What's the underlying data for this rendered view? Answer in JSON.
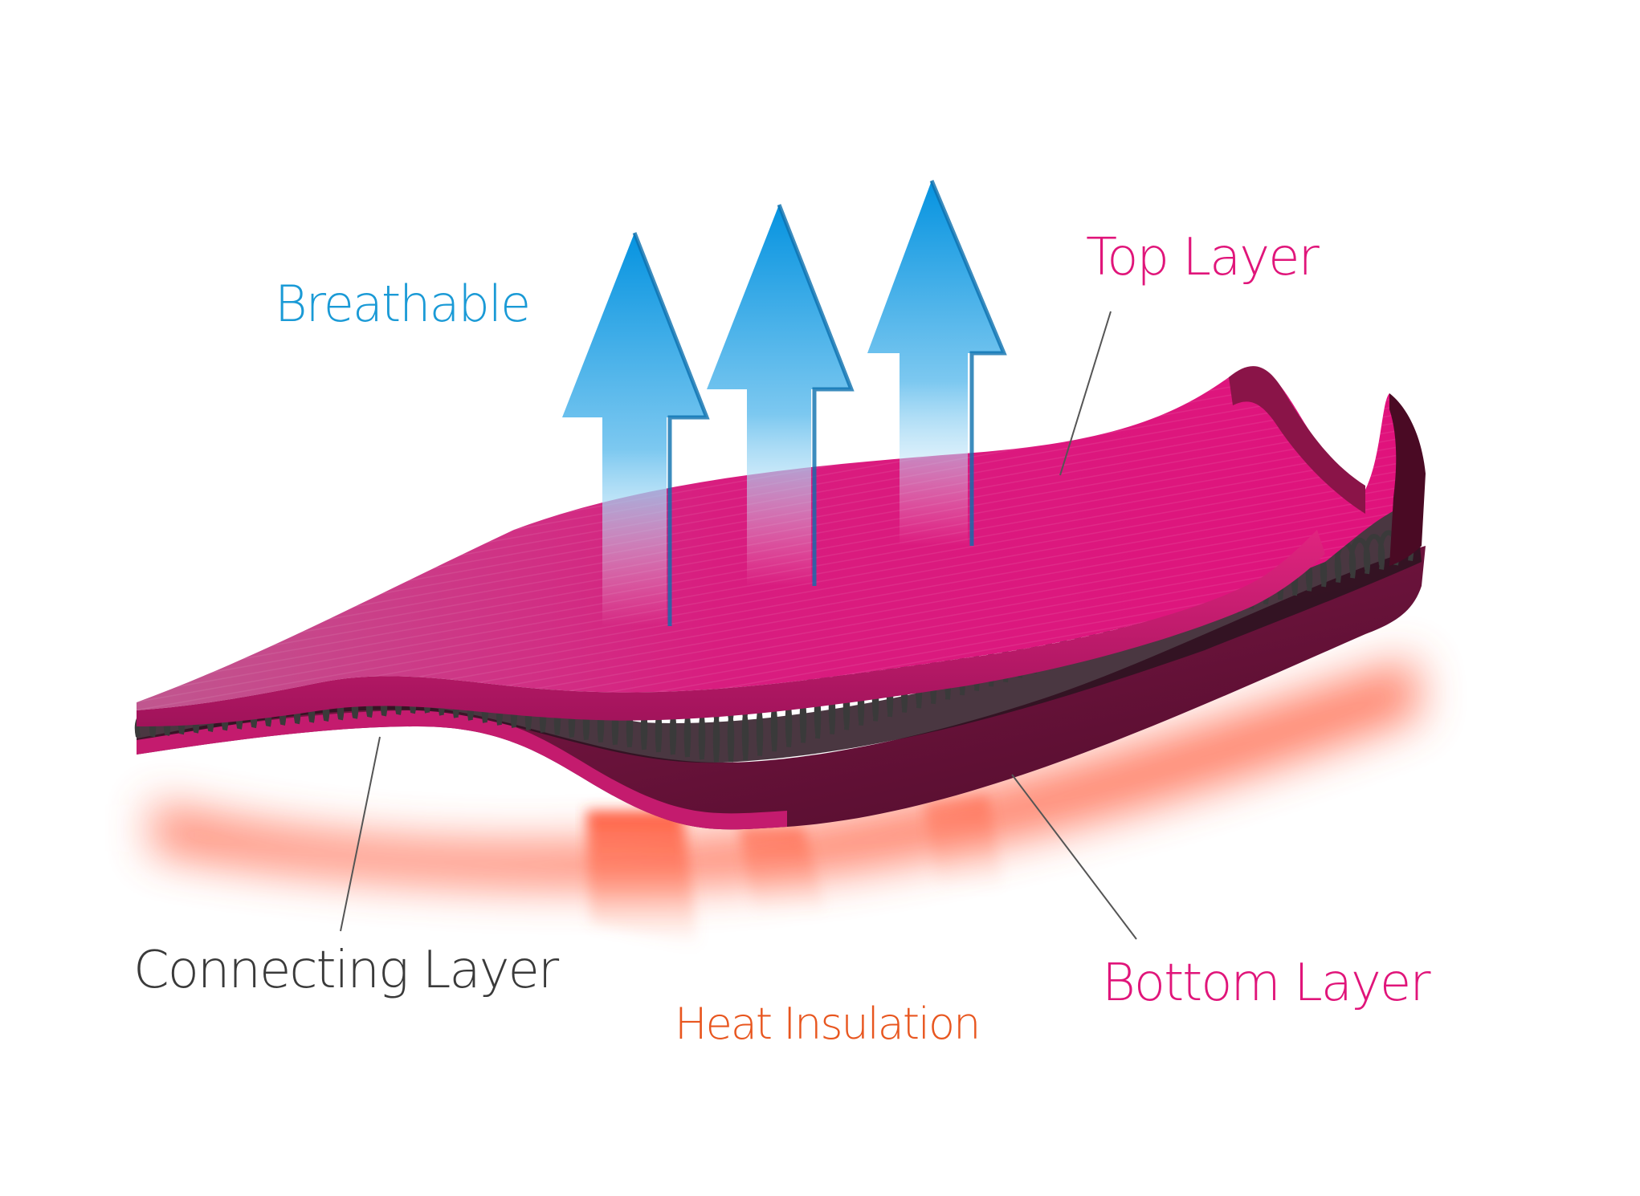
{
  "labels": {
    "breathable": "Breathable",
    "top_layer": "Top Layer",
    "connecting_layer": "Connecting Layer",
    "heat_insulation": "Heat Insulation",
    "bottom_layer": "Bottom Layer"
  },
  "colors": {
    "breathable": "#1a9ad6",
    "top_layer": "#e0157a",
    "connecting_layer": "#3a3a3a",
    "heat_insulation": "#e8561f",
    "bottom_layer": "#e0157a",
    "fabric": "#d8127a",
    "fabric_dark": "#6b1038",
    "spacer_yarn": "#3a3a3a",
    "arrow": "#1aa0e6",
    "heat_glow": "#ff5a3a",
    "leader_line": "#555555"
  }
}
